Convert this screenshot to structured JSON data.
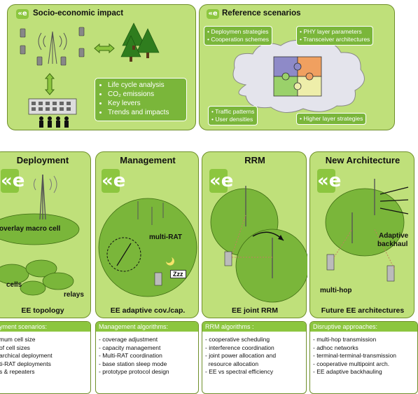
{
  "top_left": {
    "logo": "«e",
    "title": "Socio-economic impact",
    "bullets": [
      "Life cycle analysis",
      "CO₂ emissions",
      "Key levers",
      "Trends and impacts"
    ]
  },
  "top_right": {
    "logo": "«e",
    "title": "Reference scenarios",
    "labels": {
      "top_left": [
        "• Deploymen strategies",
        "• Cooperation schemes"
      ],
      "top_right": [
        "• PHY layer parameters",
        "• Transceiver architectures"
      ],
      "bottom_left": [
        "• Traffic patterns",
        "• User densities"
      ],
      "bottom_right": [
        "• Higher layer strategies"
      ]
    }
  },
  "columns": [
    {
      "title": "Deployment",
      "logo": "«e",
      "labels": [
        "overlay macro cell",
        "cells",
        "relays"
      ],
      "caption": "EE topology",
      "box_header": "yment scenarios:",
      "box_items": [
        "mum cell size",
        "of cell sizes",
        "archical deployment",
        "ti-RAT deployments",
        "s & repeaters"
      ]
    },
    {
      "title": "Management",
      "logo": "«e",
      "labels": [
        "multi-RAT",
        "Zzz"
      ],
      "caption": "EE adaptive cov./cap.",
      "box_header": "Management algorithms:",
      "box_items": [
        "- coverage adjustment",
        "- capacity management",
        "- Multi-RAT coordination",
        "- base station sleep mode",
        "- prototype protocol design"
      ]
    },
    {
      "title": "RRM",
      "logo": "«e",
      "labels": [],
      "caption": "EE joint RRM",
      "box_header": "RRM algorithms :",
      "box_items": [
        "- cooperative scheduling",
        "- interference coordination",
        "- joint power allocation and",
        "  resource allocation",
        "- EE vs spectral efficiency"
      ]
    },
    {
      "title": "New Architecture",
      "logo": "«e",
      "labels": [
        "Adaptive",
        "backhaul",
        "multi-hop"
      ],
      "caption": "Future EE architectures",
      "box_header": "Disruptive approaches:",
      "box_items": [
        "- multi-hop transmission",
        "- adhoc networks",
        "- terminal-terminal-transmission",
        "- cooperative multipoint arch.",
        "- EE adaptive backhauling"
      ]
    }
  ]
}
